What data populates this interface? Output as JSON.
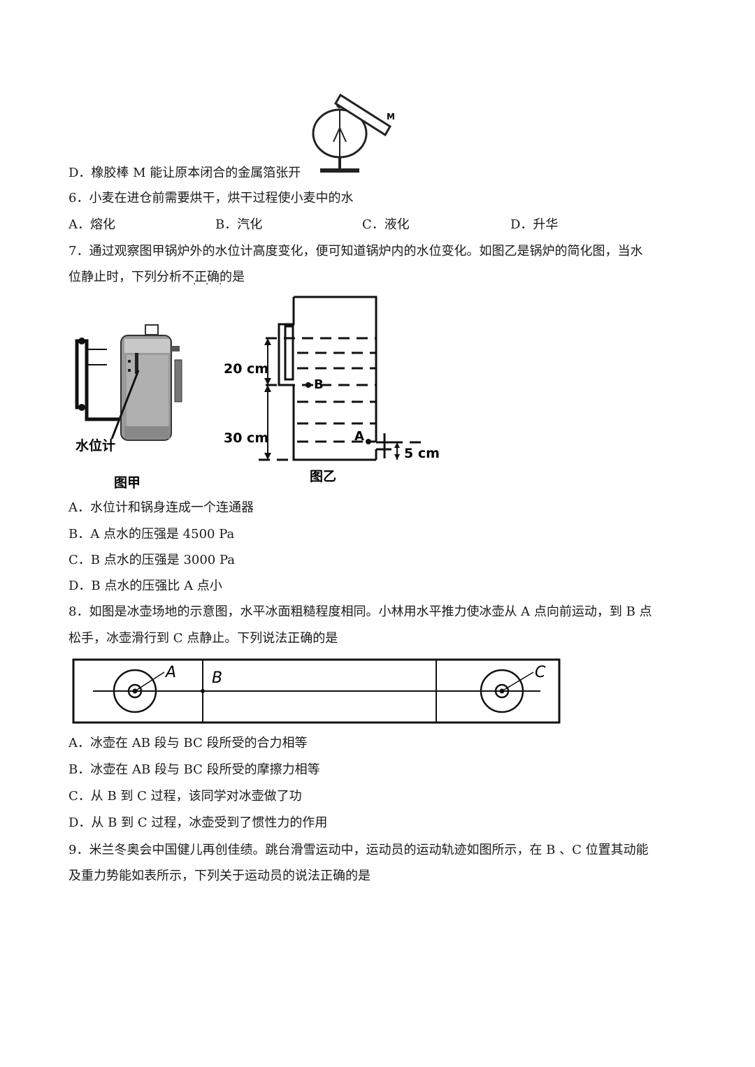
{
  "q5": {
    "option_d": "D．橡胶棒 M 能让原本闭合的金属箔张开",
    "figure_label_m": "M"
  },
  "q6": {
    "stem": "6．小麦在进仓前需要烘干，烘干过程使小麦中的水",
    "options": [
      "A．熔化",
      "B．汽化",
      "C．液化",
      "D．升华"
    ]
  },
  "q7": {
    "stem_line1": "7．通过观察图甲锅炉外的水位计高度变化，便可知道锅炉内的水位变化。如图乙是锅炉的简化图，当水",
    "stem_line2": "位静止时，下列分析不正确的是",
    "fig_jia_caption": "图甲",
    "fig_jia_label": "水位计",
    "fig_yi_caption": "图乙",
    "fig_yi_label_20": "20 cm",
    "fig_yi_label_30": "30 cm",
    "fig_yi_label_5": "5 cm",
    "fig_yi_label_a": "A",
    "fig_yi_label_b": "B",
    "options": [
      "A．水位计和锅身连成一个连通器",
      "B．A 点水的压强是 4500 Pa",
      "C．B 点水的压强是 3000 Pa",
      "D．B 点水的压强比 A 点小"
    ]
  },
  "q8": {
    "stem_line1": "8．如图是冰壶场地的示意图，水平冰面粗糙程度相同。小林用水平推力使冰壶从 A 点向前运动，到 B 点",
    "stem_line2": "松手，冰壶滑行到 C 点静止。下列说法正确的是",
    "fig_label_a": "A",
    "fig_label_b": "B",
    "fig_label_c": "C",
    "options": [
      "A．冰壶在 AB 段与 BC 段所受的合力相等",
      "B．冰壶在 AB 段与 BC 段所受的摩擦力相等",
      "C．从 B 到 C 过程，该同学对冰壶做了功",
      "D．从 B 到 C 过程，冰壶受到了惯性力的作用"
    ]
  },
  "q9": {
    "stem_line1": "9．米兰冬奥会中国健儿再创佳绩。跳台滑雪运动中，运动员的运动轨迹如图所示，在 B 、C 位置其动能",
    "stem_line2": "及重力势能如表所示，下列关于运动员的说法正确的是"
  }
}
